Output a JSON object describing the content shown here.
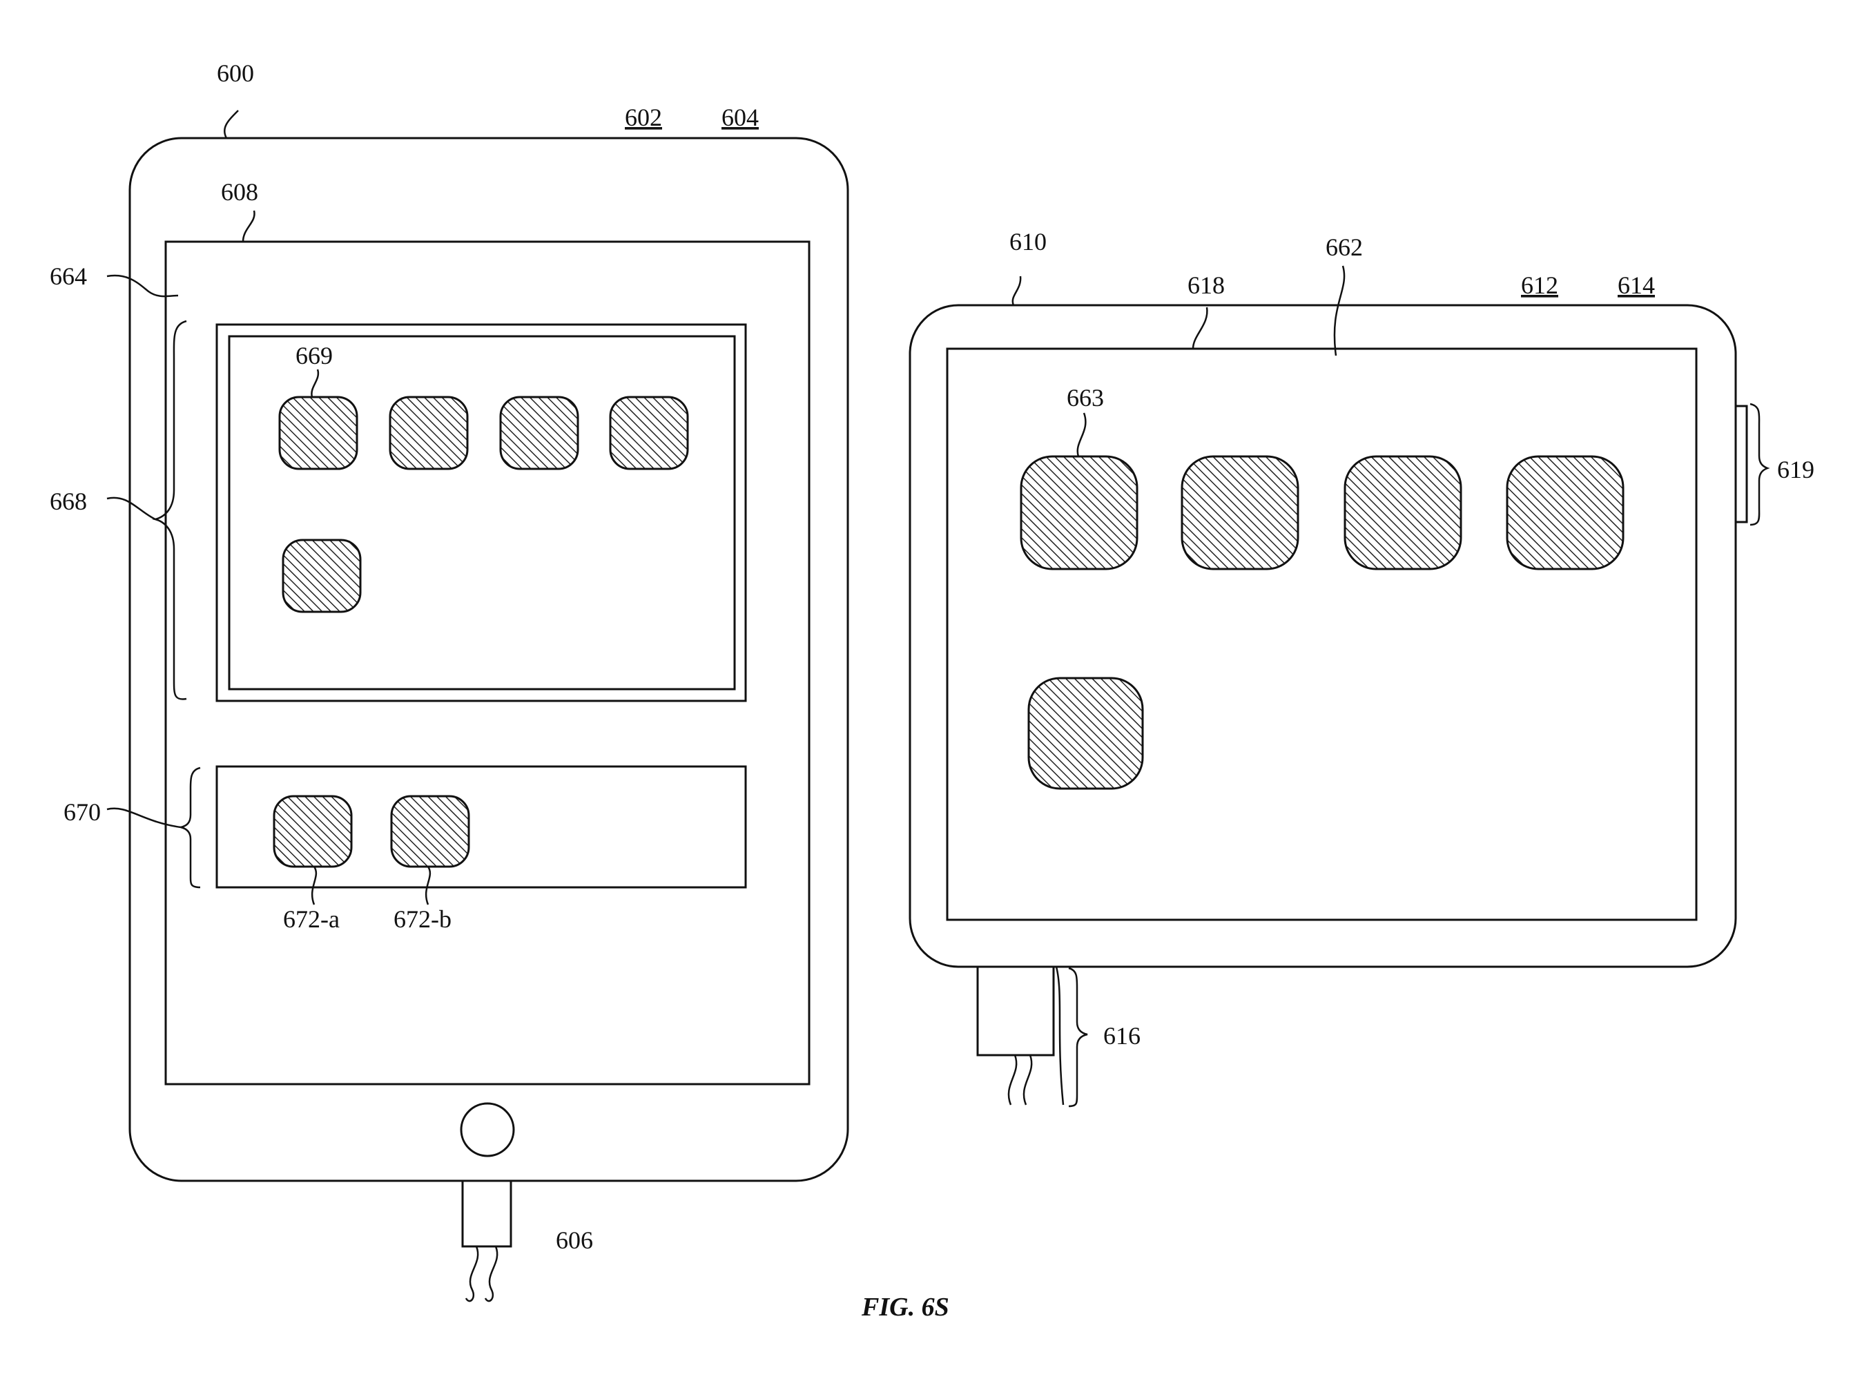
{
  "figure": {
    "caption": "FIG. 6S"
  },
  "labels": {
    "device_600": "600",
    "ref_602": "602",
    "ref_604": "604",
    "display_608": "608",
    "region_664": "664",
    "group_668": "668",
    "icon_669": "669",
    "dock_670": "670",
    "icon_672a": "672-a",
    "icon_672b": "672-b",
    "cable_606": "606",
    "device_610": "610",
    "display_618": "618",
    "region_662": "662",
    "ref_612": "612",
    "ref_614": "614",
    "icon_663": "663",
    "button_619": "619",
    "cable_616": "616"
  }
}
